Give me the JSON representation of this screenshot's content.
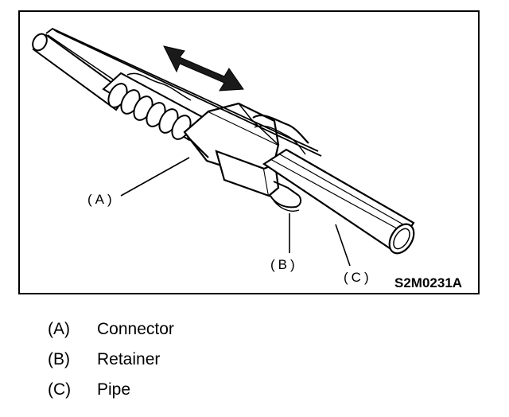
{
  "figure": {
    "figure_code": "S2M0231A",
    "callouts": {
      "a": "(A)",
      "b": "(B)",
      "c": "(C)"
    }
  },
  "legend": {
    "items": [
      {
        "code": "(A)",
        "label": "Connector"
      },
      {
        "code": "(B)",
        "label": "Retainer"
      },
      {
        "code": "(C)",
        "label": "Pipe"
      }
    ]
  },
  "colors": {
    "ink": "#000000",
    "paper": "#ffffff",
    "shade": "#6a6a6a"
  }
}
